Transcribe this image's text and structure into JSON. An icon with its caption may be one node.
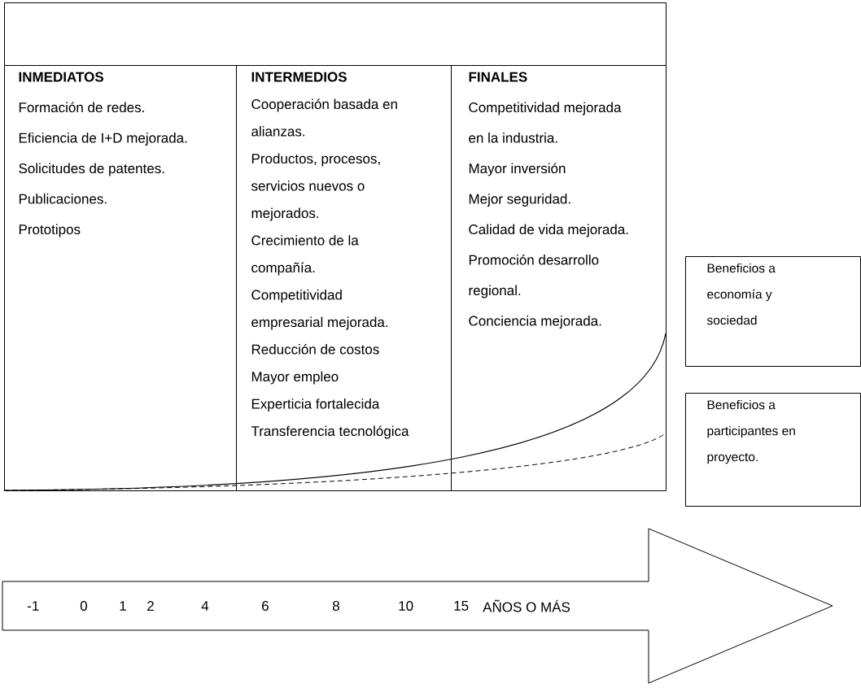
{
  "diagram": {
    "nodes": [
      {
        "text": [],
        "shape": "box"
      },
      {
        "text": [
          "INMEDIATOS",
          "Formación de redes.",
          "Eficiencia de I+D mejorada.",
          "Solicitudes  de patentes.",
          "Publicaciones.",
          "Prototipos"
        ]
      },
      {
        "text": [
          "INTERMEDIOS",
          "Cooperación basada en alianzas.",
          "Productos, procesos, servicios  nuevos o mejorados.",
          "Crecimiento de la compañía.",
          "Competitividad empresarial mejorada.",
          "Reducción de costos",
          "Mayor empleo",
          "Experticia fortalecida",
          "Transferencia tecnológica"
        ]
      },
      {
        "text": [
          "FINALES",
          "Competitividad mejorada en la industria.",
          "Mayor inversión",
          "Mejor seguridad.",
          "Calidad de vida mejorada.",
          "Promoción desarrollo regional.",
          "Conciencia mejorada."
        ]
      },
      {
        "text": [
          "Beneficios a economía y sociedad"
        ]
      },
      {
        "text": [
          "Beneficios a participantes en proyecto."
        ]
      },
      {
        "text": [
          "-1",
          "0",
          "1",
          "2",
          "4",
          "6",
          "8",
          "10",
          "15",
          "AÑOS O MÁS"
        ]
      }
    ]
  }
}
